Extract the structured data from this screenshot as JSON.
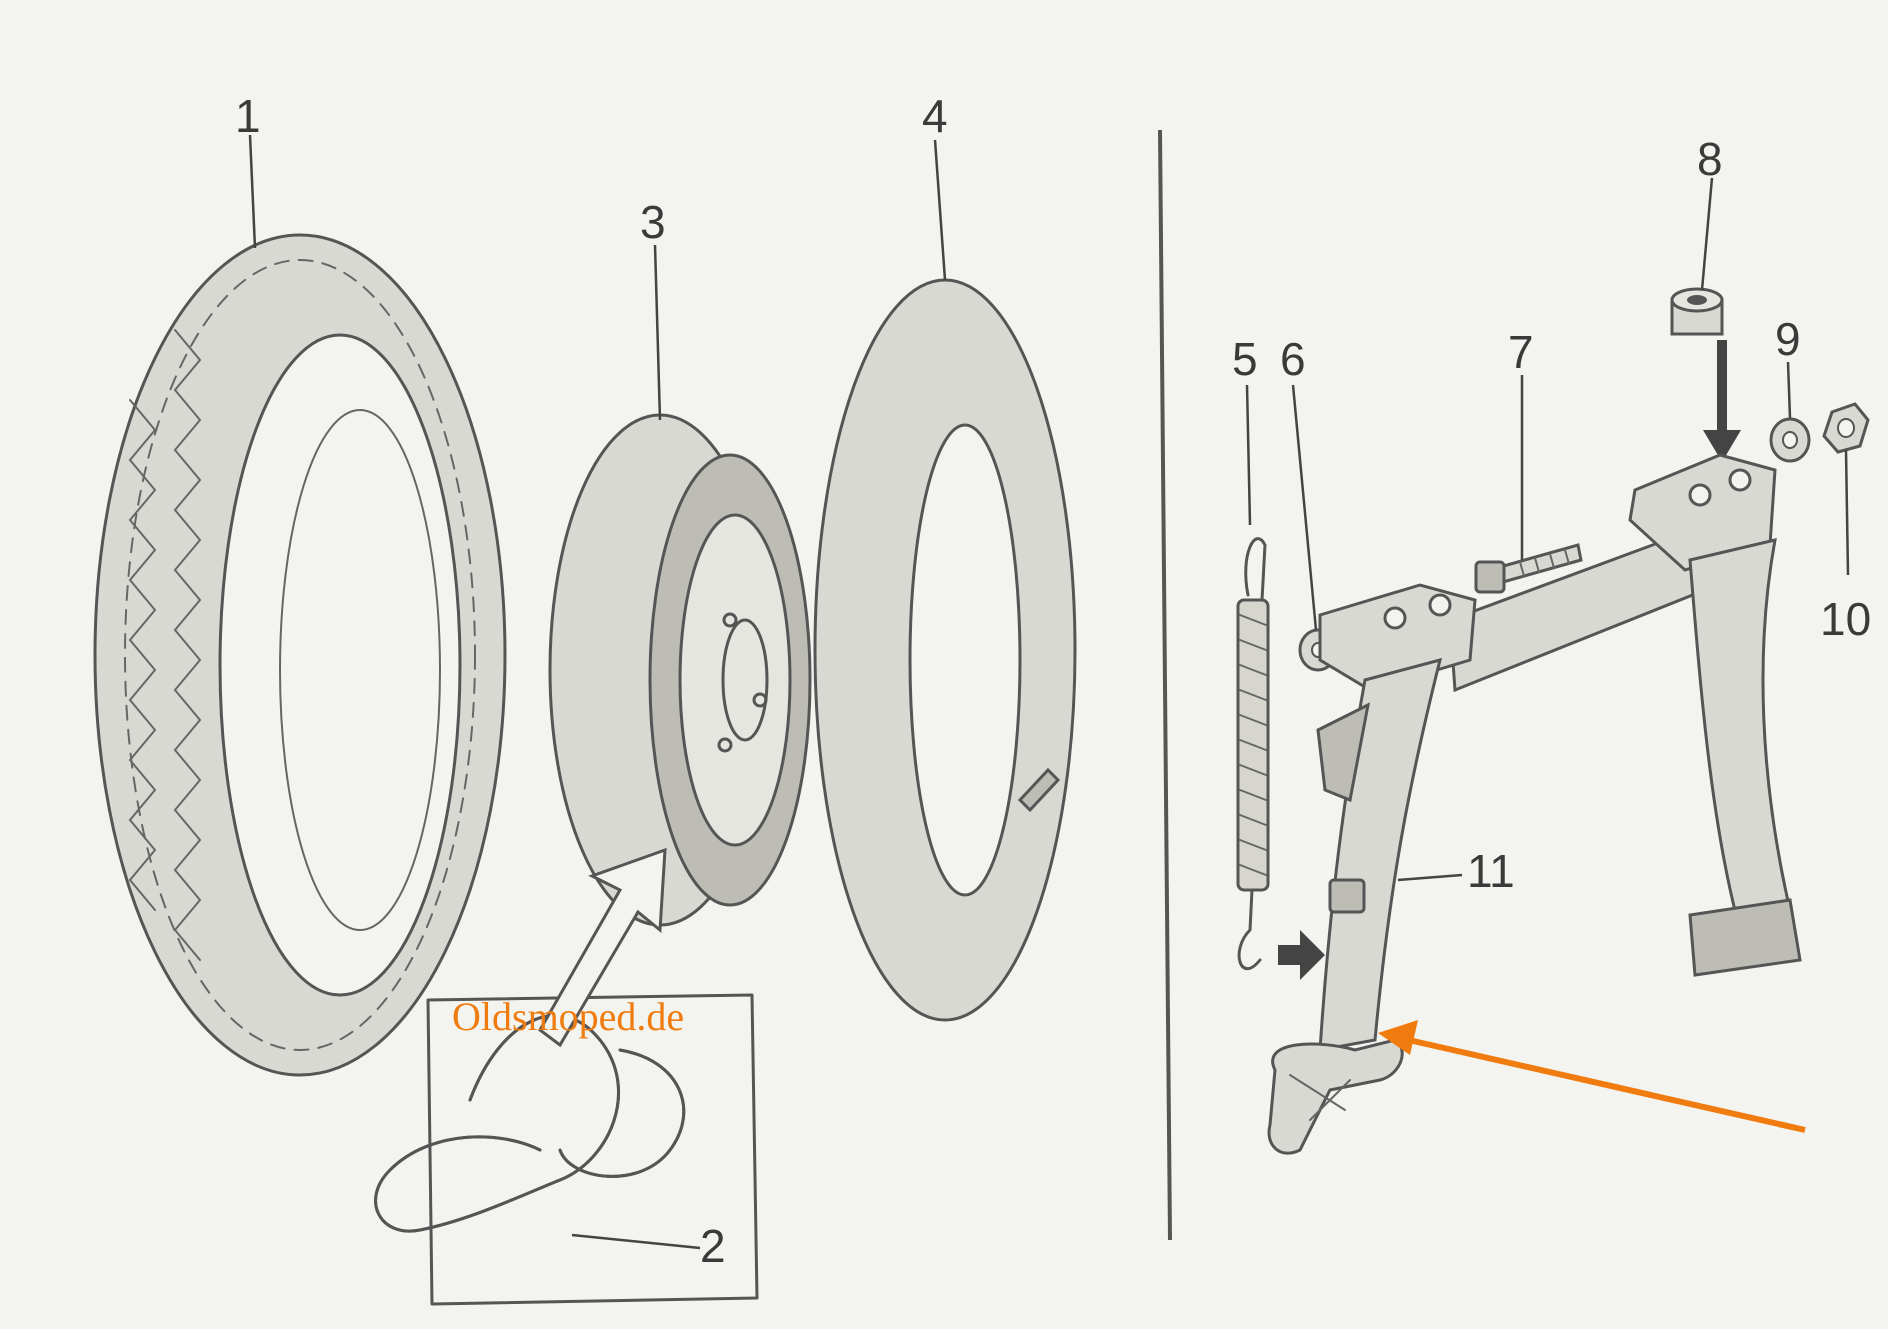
{
  "watermark": {
    "text": "Oldsmoped.de",
    "color": "#f07c10"
  },
  "highlight_color": "#f07c10",
  "parts": [
    {
      "number": "1"
    },
    {
      "number": "2"
    },
    {
      "number": "3"
    },
    {
      "number": "4"
    },
    {
      "number": "5"
    },
    {
      "number": "6"
    },
    {
      "number": "7"
    },
    {
      "number": "8"
    },
    {
      "number": "9"
    },
    {
      "number": "10"
    },
    {
      "number": "11"
    }
  ]
}
